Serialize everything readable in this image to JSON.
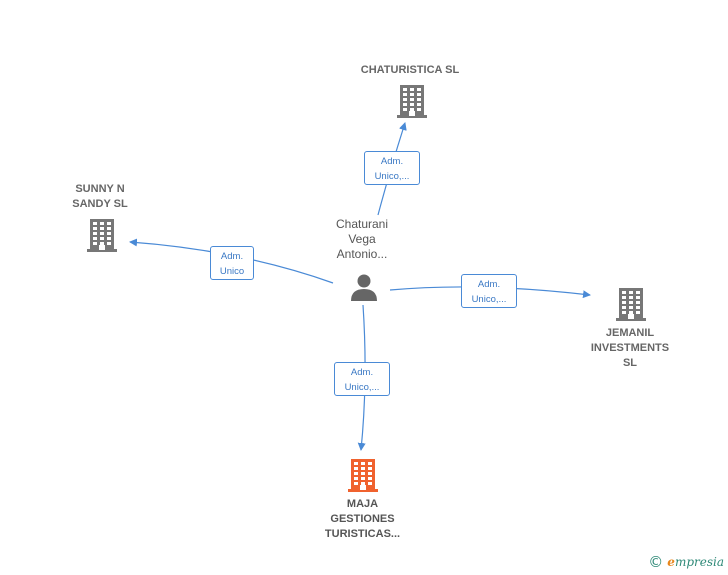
{
  "person": {
    "name": "Chaturani\nVega\nAntonio..."
  },
  "companies": {
    "chaturistica": {
      "name": "CHATURISTICA SL",
      "color": "#777777"
    },
    "sunny": {
      "name": "SUNNY N\nSANDY  SL",
      "color": "#777777"
    },
    "jemanil": {
      "name": "JEMANIL\nINVESTMENTS\nSL",
      "color": "#777777"
    },
    "maja": {
      "name": "MAJA\nGESTIONES\nTURISTICAS...",
      "color": "#f0622e"
    }
  },
  "edges": {
    "to_chaturistica": "Adm.\nUnico,...",
    "to_sunny": "Adm.\nUnico",
    "to_jemanil": "Adm.\nUnico,...",
    "to_maja": "Adm.\nUnico,..."
  },
  "colors": {
    "edge": "#4a8ad6",
    "building_gray": "#777777",
    "building_focus": "#f0622e"
  },
  "footer": {
    "copyright": "©",
    "brand_first": "e",
    "brand_rest": "mpresia"
  }
}
